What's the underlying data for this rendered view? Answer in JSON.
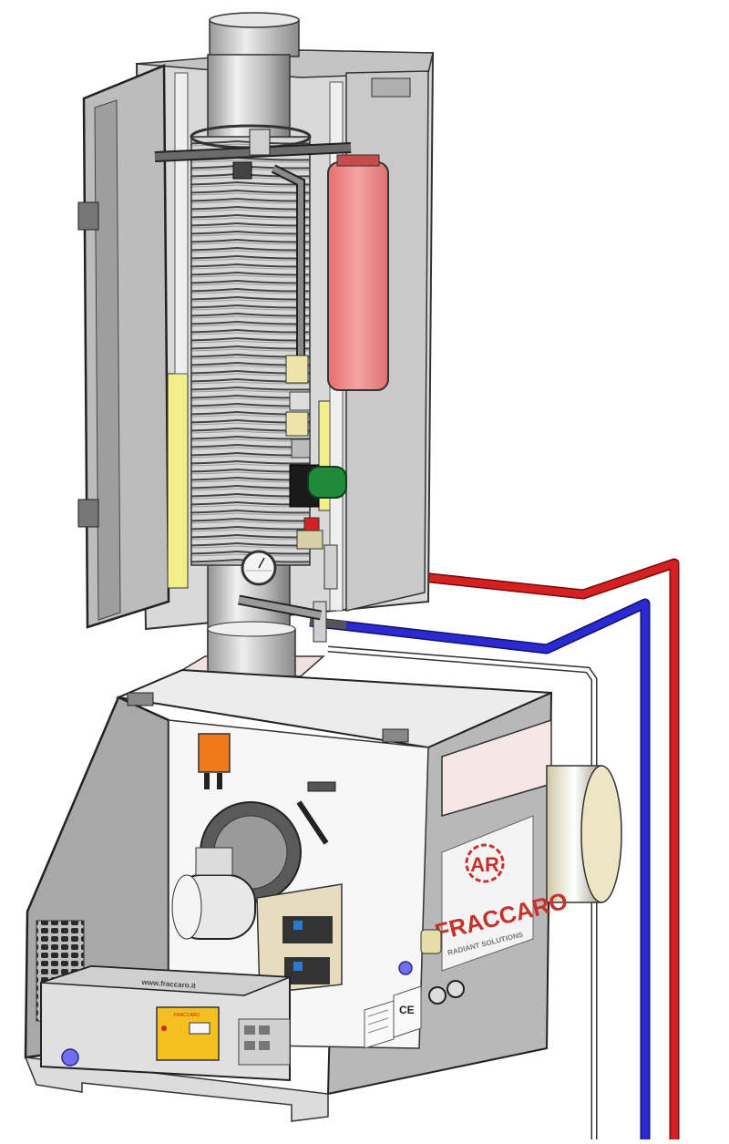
{
  "brand": {
    "name": "FRACCARO",
    "tagline": "RADIANT SOLUTIONS",
    "monogram": "AR",
    "website": "www.fraccaro.it"
  },
  "labels": {
    "ce_mark": "CE"
  },
  "controller": {
    "badge": "FRACCARO"
  },
  "colors": {
    "hot_pipe": "#d42020",
    "cold_pipe": "#2a2ad0",
    "expansion_tank": "#f08a8a",
    "insulation_yellow": "#f2ee8a",
    "servo_orange": "#f07a1a",
    "valve_green": "#1f8a3a",
    "controller_yellow": "#f4c020",
    "steel": "#c9c9c9",
    "indicator_blue": "#6f6ff0"
  },
  "icons": [
    "monogram-logo-icon",
    "ce-mark-icon",
    "pressure-gauge-icon"
  ]
}
